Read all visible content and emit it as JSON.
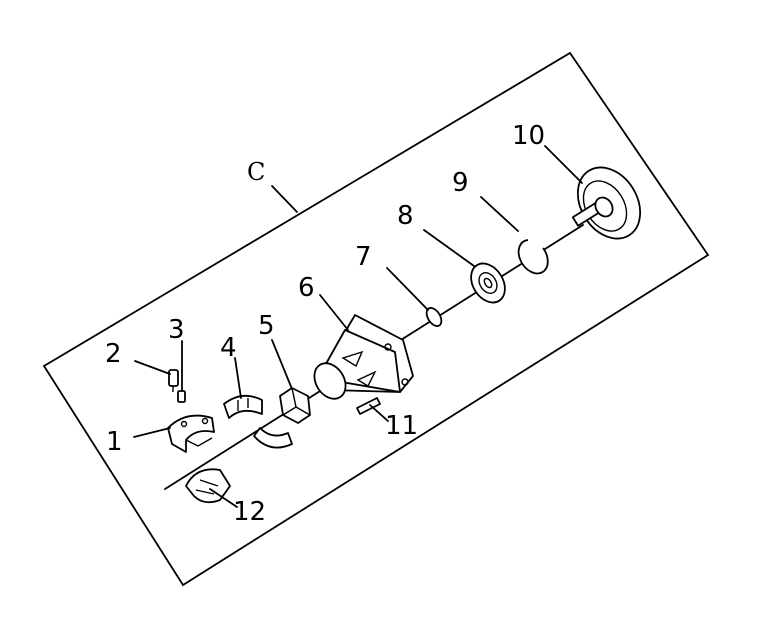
{
  "assembly_label": "C",
  "parts": [
    {
      "id": "1",
      "label": "1"
    },
    {
      "id": "2",
      "label": "2"
    },
    {
      "id": "3",
      "label": "3"
    },
    {
      "id": "4",
      "label": "4"
    },
    {
      "id": "5",
      "label": "5"
    },
    {
      "id": "6",
      "label": "6"
    },
    {
      "id": "7",
      "label": "7"
    },
    {
      "id": "8",
      "label": "8"
    },
    {
      "id": "9",
      "label": "9"
    },
    {
      "id": "10",
      "label": "10"
    },
    {
      "id": "11",
      "label": "11"
    },
    {
      "id": "12",
      "label": "12"
    }
  ]
}
